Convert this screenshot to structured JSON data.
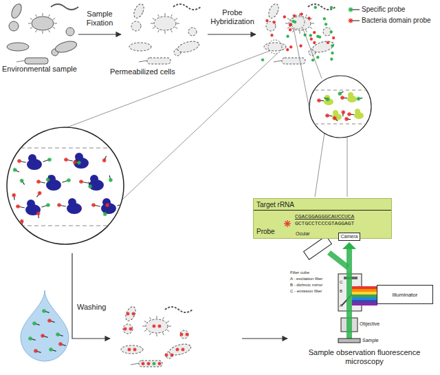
{
  "diagram": {
    "nodes": [
      {
        "text": [
          "Target rRNA",
          "CGACGGAGGGCAUCCUCA",
          "GCTGCCTCCCGTAGGAGT",
          "Probe"
        ]
      },
      {
        "text": [
          "Camera"
        ]
      },
      {
        "text": [
          "Illuminator"
        ]
      }
    ],
    "labels": [
      "Sample Fixation",
      "Probe Hybridization",
      "Environmental sample",
      "Permeabilized cells",
      "Washing",
      "Ocular",
      "Filter cube",
      "A - excitation filter",
      "B - dichroic mirror",
      "C - emission filter",
      "A",
      "B",
      "C",
      "Objective",
      "Sample",
      "Sample observation fluorescence microscopy"
    ],
    "legend": [
      {
        "text": "Specific probe"
      },
      {
        "text": "Bacteria domain probe"
      }
    ]
  }
}
